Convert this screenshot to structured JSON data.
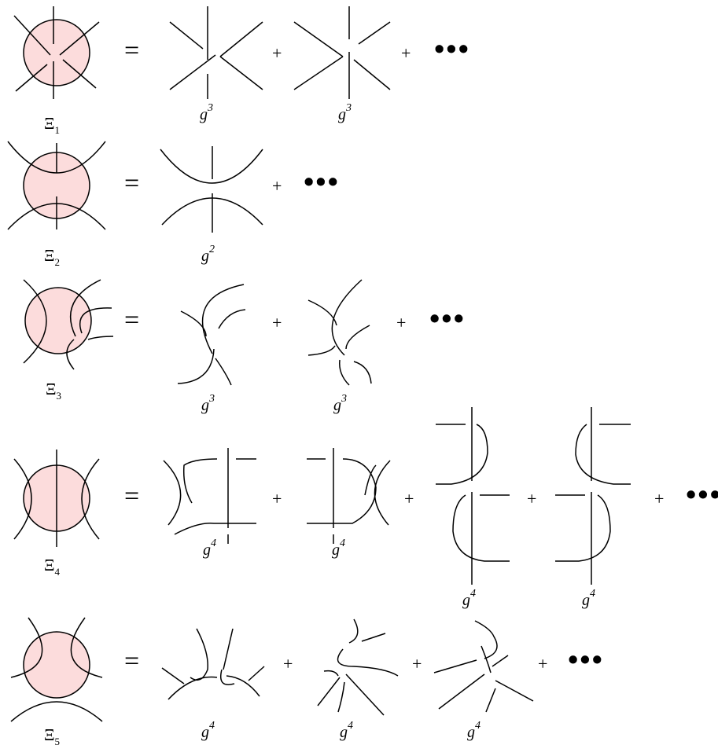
{
  "symbols": {
    "equals": "=",
    "plus": "+",
    "ellipsis": "•••",
    "coupling": "g",
    "vertex": "Ξ"
  },
  "rows": [
    {
      "index": "1",
      "orders": [
        "3",
        "3"
      ]
    },
    {
      "index": "2",
      "orders": [
        "2"
      ]
    },
    {
      "index": "3",
      "orders": [
        "3",
        "3"
      ]
    },
    {
      "index": "4",
      "orders": [
        "4",
        "4",
        "4",
        "4"
      ]
    },
    {
      "index": "5",
      "orders": [
        "4",
        "4",
        "4"
      ]
    }
  ],
  "colors": {
    "blob_fill": "#fcdcdc",
    "stroke": "#000000"
  }
}
